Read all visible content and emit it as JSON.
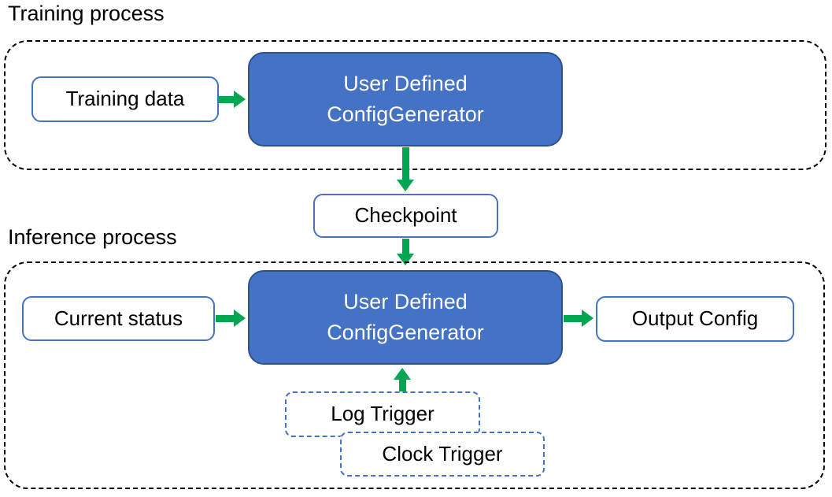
{
  "colors": {
    "node_fill_blue": "#4472C4",
    "node_border_dark": "#2F528F",
    "outline_blue": "#4472C4",
    "arrow_green": "#00A651",
    "container_dash": "#000000",
    "text_dark": "#000000",
    "text_light": "#FFFFFF",
    "canvas_bg": "#FFFFFF"
  },
  "training": {
    "title": "Training process",
    "input_label": "Training data",
    "generator_lines": [
      "User Defined",
      "ConfigGenerator"
    ]
  },
  "checkpoint": {
    "label": "Checkpoint"
  },
  "inference": {
    "title": "Inference process",
    "input_label": "Current status",
    "generator_lines": [
      "User Defined",
      "ConfigGenerator"
    ],
    "output_label": "Output Config",
    "triggers": [
      "Log Trigger",
      "Clock Trigger"
    ]
  }
}
